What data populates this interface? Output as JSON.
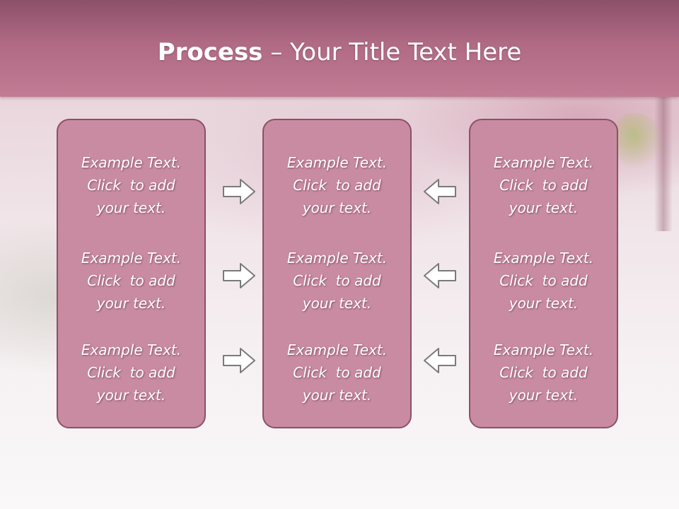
{
  "title": {
    "bold": "Process",
    "rest": " – Your Title Text Here"
  },
  "columns": [
    {
      "items": [
        {
          "line1": "Example Text.",
          "line2": "Click  to add",
          "line3": "your text."
        },
        {
          "line1": "Example Text.",
          "line2": "Click  to add",
          "line3": "your text."
        },
        {
          "line1": "Example Text.",
          "line2": "Click  to add",
          "line3": "your text."
        }
      ]
    },
    {
      "items": [
        {
          "line1": "Example Text.",
          "line2": "Click  to add",
          "line3": "your text."
        },
        {
          "line1": "Example Text.",
          "line2": "Click  to add",
          "line3": "your text."
        },
        {
          "line1": "Example Text.",
          "line2": "Click  to add",
          "line3": "your text."
        }
      ]
    },
    {
      "items": [
        {
          "line1": "Example Text.",
          "line2": "Click  to add",
          "line3": "your text."
        },
        {
          "line1": "Example Text.",
          "line2": "Click  to add",
          "line3": "your text."
        },
        {
          "line1": "Example Text.",
          "line2": "Click  to add",
          "line3": "your text."
        }
      ]
    }
  ],
  "colors": {
    "header": "#b06a84",
    "box_fill": "#c98ba2",
    "box_border": "#8c5068",
    "arrow_fill": "#ffffff",
    "arrow_stroke": "#7a7a7a"
  },
  "icons": {
    "left_arrows": "right-arrow-icon",
    "right_arrows": "left-arrow-icon"
  }
}
